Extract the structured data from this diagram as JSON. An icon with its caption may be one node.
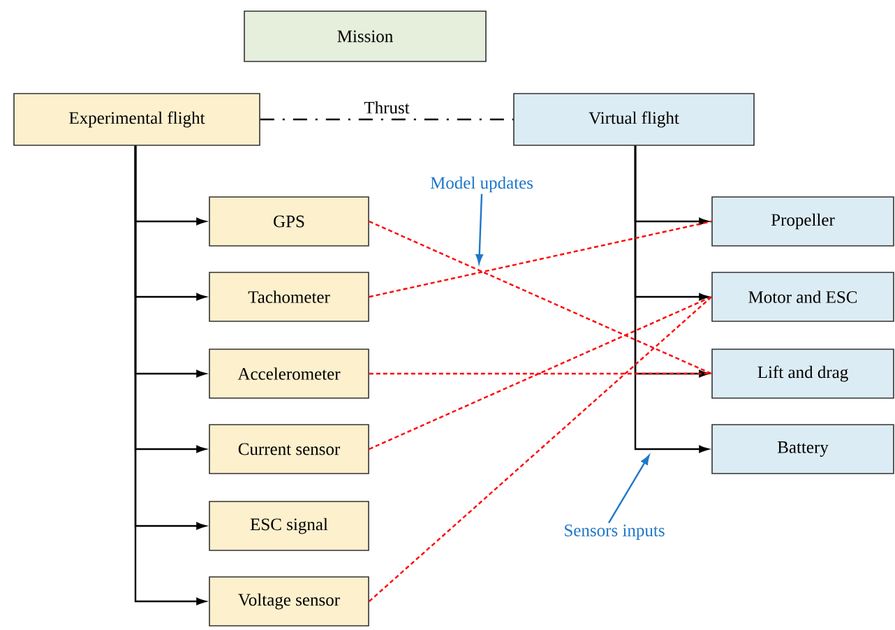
{
  "diagram": {
    "nodes": [
      {
        "text": [
          "Mission"
        ]
      },
      {
        "text": [
          "Experimental flight"
        ]
      },
      {
        "text": [
          "Virtual flight"
        ]
      },
      {
        "text": [
          "GPS"
        ]
      },
      {
        "text": [
          "Tachometer"
        ]
      },
      {
        "text": [
          "Accelerometer"
        ]
      },
      {
        "text": [
          "Current sensor"
        ]
      },
      {
        "text": [
          "ESC signal"
        ]
      },
      {
        "text": [
          "Voltage sensor"
        ]
      },
      {
        "text": [
          "Propeller"
        ]
      },
      {
        "text": [
          "Motor and ESC"
        ]
      },
      {
        "text": [
          "Lift and drag"
        ]
      },
      {
        "text": [
          "Battery"
        ]
      },
      {
        "text": [
          "Model updates"
        ]
      },
      {
        "text": [
          "Sensors inputs"
        ]
      }
    ],
    "edges": [
      {
        "from": 1,
        "to": 2,
        "arrow": "none",
        "label": "Thrust",
        "style": "dashed"
      },
      {
        "from": 1,
        "to": 3,
        "arrow": "to"
      },
      {
        "from": 1,
        "to": 4,
        "arrow": "to"
      },
      {
        "from": 1,
        "to": 5,
        "arrow": "to"
      },
      {
        "from": 1,
        "to": 6,
        "arrow": "to"
      },
      {
        "from": 1,
        "to": 7,
        "arrow": "to"
      },
      {
        "from": 1,
        "to": 8,
        "arrow": "to"
      },
      {
        "from": 2,
        "to": 9,
        "arrow": "to"
      },
      {
        "from": 2,
        "to": 10,
        "arrow": "to"
      },
      {
        "from": 2,
        "to": 11,
        "arrow": "to"
      },
      {
        "from": 2,
        "to": 12,
        "arrow": "to"
      },
      {
        "from": 3,
        "to": 11,
        "arrow": "none",
        "style": "dashed",
        "color": "#ff0000"
      },
      {
        "from": 4,
        "to": 9,
        "arrow": "none",
        "style": "dashed",
        "color": "#ff0000"
      },
      {
        "from": 5,
        "to": 11,
        "arrow": "none",
        "style": "dashed",
        "color": "#ff0000"
      },
      {
        "from": 6,
        "to": 10,
        "arrow": "none",
        "style": "dashed",
        "color": "#ff0000"
      },
      {
        "from": 8,
        "to": 10,
        "arrow": "none",
        "style": "dashed",
        "color": "#ff0000"
      },
      {
        "from": 13,
        "to": null,
        "arrow": "to",
        "color": "#1f77c8"
      },
      {
        "from": 14,
        "to": null,
        "arrow": "to",
        "color": "#1f77c8"
      }
    ]
  }
}
